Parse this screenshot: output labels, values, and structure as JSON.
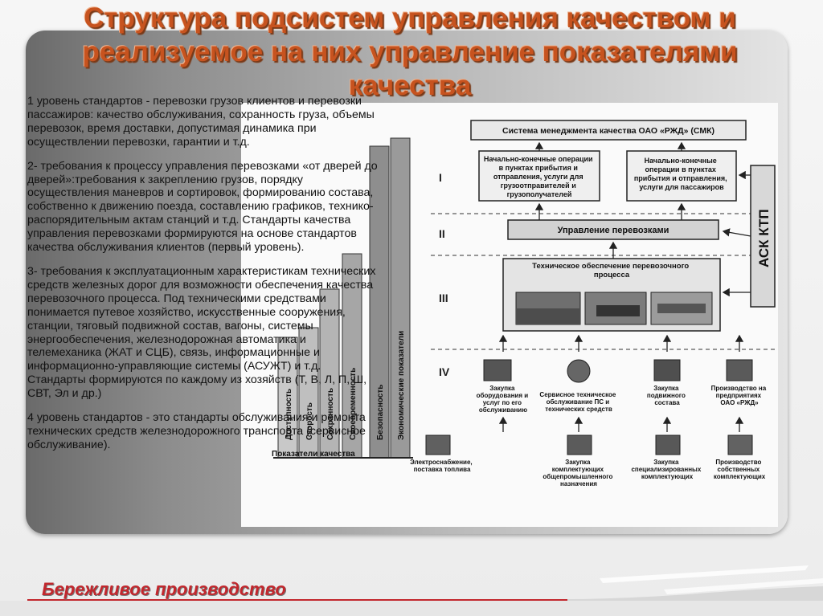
{
  "slide": {
    "title": "Структура подсистем управления качеством и реализуемое на них управление показателями качества",
    "paragraphs": [
      "1 уровень стандартов - перевозки грузов клиентов и перевозки пассажиров: качество обслуживания, сохранность груза, объемы перевозок, время доставки, допустимая динамика при осуществлении перевозки, гарантии и т.д.",
      "2- требования к процессу управления перевозками «от дверей до дверей»:требования к закреплению грузов, порядку осуществления маневров и сортировок, формированию состава, собственно к движению поезда, составлению графиков, технико-распорядительным актам станций и т.д. Стандарты качества управления перевозками формируются на основе стандартов качества обслуживания клиентов (первый уровень).",
      "3- требования к эксплуатационным характеристикам технических средств железных дорог для возможности обеспечения качества перевозочного процесса. Под техническими средствами понимается путевое хозяйство, искусственные сооружения, станции, тяговый подвижной состав, вагоны, системы энергообеспечения, железнодорожная автоматика и телемеханика (ЖАТ и СЦБ), связь, информационные и информационно-управляющие системы (АСУЖТ) и т.д. Стандарты формируются по каждому из хозяйств (Т, В, Л, П, Ш, СВТ, Эл и др.)",
      "4 уровень стандартов - это стандарты обслуживания и ремонта технических средств железнодорожного транспорта (сервисное обслуживание)."
    ],
    "footer_title": "Бережливое производство"
  },
  "diagram": {
    "top_box": "Система менеджмента качества ОАО «РЖД» (СМК)",
    "ops_freight": [
      "Начально-конечные операции",
      "в пунктах прибытия и",
      "отправления, услуги для",
      "грузоотправителей и",
      "грузополучателей"
    ],
    "ops_passenger": [
      "Начально-конечные",
      "операции в пунктах",
      "прибытия и отправления,",
      "услуги для пассажиров"
    ],
    "management_box": "Управление перевозками",
    "tech_box": [
      "Техническое обеспечение перевозочного",
      "процесса"
    ],
    "ask_ktp": "АСК КТП",
    "levels": [
      "I",
      "II",
      "III",
      "IV"
    ],
    "quality_bars": [
      "Экономические показатели",
      "Безопасность",
      "Своевременность",
      "Сохранность",
      "Скорость",
      "Доступность"
    ],
    "quality_caption": "Показатели качества",
    "level4_items": [
      [
        "Закупка",
        "оборудования и",
        "услуг по его",
        "обслуживанию"
      ],
      [
        "Сервисное техническое",
        "обслуживание ПС и",
        "технических средств"
      ],
      [
        "Закупка",
        "подвижного",
        "состава"
      ],
      [
        "Производство на",
        "предприятиях",
        "ОАО «РЖД»"
      ]
    ],
    "supply_items": [
      [
        "Электроснабжение,",
        "поставка топлива"
      ],
      [
        "Закупка",
        "комплектующих",
        "общепромышленного",
        "назначения"
      ],
      [
        "Закупка",
        "специализированных",
        "комплектующих"
      ],
      [
        "Производство",
        "собственных",
        "комплектующих"
      ]
    ]
  }
}
